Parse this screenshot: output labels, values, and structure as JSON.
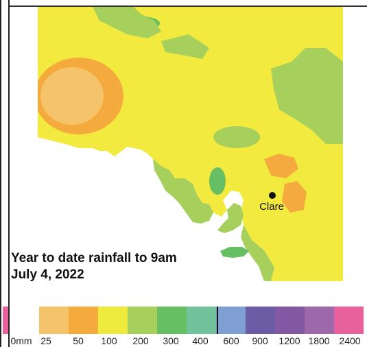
{
  "map": {
    "town": "Clare",
    "title_line1": "Year to date rainfall to 9am",
    "title_line2": "July 4, 2022"
  },
  "legend": {
    "unit_label": "0mm",
    "ticks": [
      "25",
      "50",
      "100",
      "200",
      "300",
      "400",
      "600",
      "900",
      "1200",
      "1800",
      "2400"
    ],
    "colors": [
      "#f5c36a",
      "#f4aa3c",
      "#eeeb3c",
      "#a6cf5b",
      "#66bf63",
      "#72c39c",
      "#7f9fd2",
      "#6b5ca6",
      "#8358a2",
      "#9d69ab",
      "#e8619c"
    ]
  }
}
